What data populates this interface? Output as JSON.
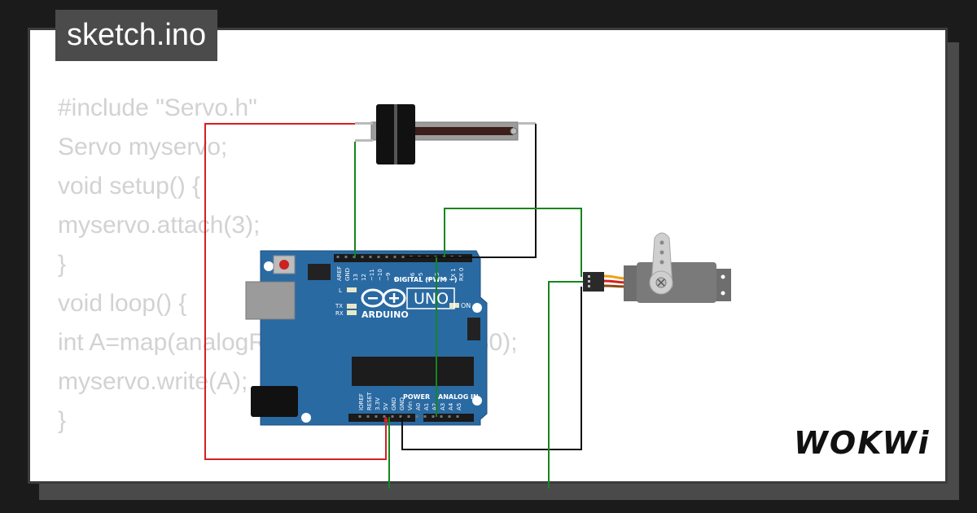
{
  "file_tab": "sketch.ino",
  "code_lines": [
    "#include \"Servo.h\"",
    "Servo myservo;",
    "void setup() {",
    "myservo.attach(3);",
    "}",
    "void loop() {",
    "int A=map(analogRead(A0),0,1023,0,180);",
    "myservo.write(A);",
    "}"
  ],
  "board": {
    "name": "UNO",
    "brand": "ARDUINO",
    "digital_label": "DIGITAL (PWM ~)",
    "power_label": "POWER",
    "analog_label": "ANALOG IN",
    "on_label": "ON",
    "led_l": "L",
    "led_tx": "TX",
    "led_rx": "RX",
    "top_pins": [
      "AREF",
      "GND",
      "13",
      "12",
      "~11",
      "~10",
      "~9",
      "8",
      "7",
      "~6",
      "~5",
      "4",
      "~3",
      "2",
      "TX 1",
      "RX 0"
    ],
    "bottom_pins": [
      "IOREF",
      "RESET",
      "3.3V",
      "5V",
      "GND",
      "GND",
      "Vin",
      "A0",
      "A1",
      "A2",
      "A3",
      "A4",
      "A5"
    ]
  },
  "brand_logo": "WOKWi",
  "colors": {
    "board": "#2a6aa3",
    "wire_red": "#d42020",
    "wire_green": "#14861e",
    "wire_black": "#111111"
  }
}
